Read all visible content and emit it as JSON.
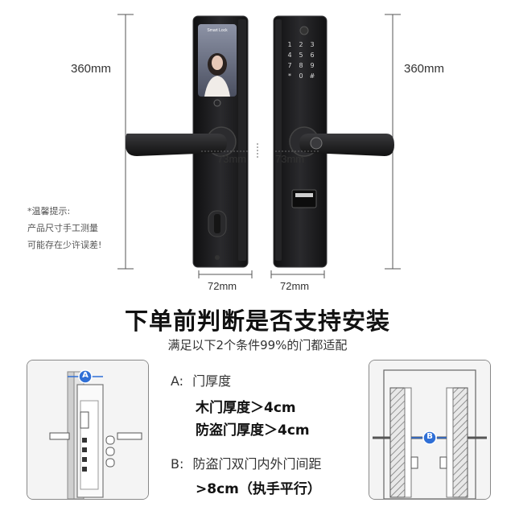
{
  "dimensions": {
    "height_left": "360mm",
    "height_right": "360mm",
    "spacing_left": "73mm",
    "spacing_right": "73mm",
    "width_left": "72mm",
    "width_right": "72mm"
  },
  "lock_screen": {
    "brand_text": "Smart Lock"
  },
  "keypad": [
    "1",
    "2",
    "3",
    "4",
    "5",
    "6",
    "7",
    "8",
    "9",
    "*",
    "0",
    "#"
  ],
  "reminder": {
    "line1": "*温馨提示:",
    "line2": "产品尺寸手工测量",
    "line3": "可能存在少许误差!"
  },
  "heading": {
    "title": "下单前判断是否支持安装",
    "subtitle": "满足以下2个条件99%的门都适配"
  },
  "requirements": {
    "a_label": "A:",
    "a_title": "门厚度",
    "a_item1": "木门厚度＞4cm",
    "a_item2": "防盗门厚度＞4cm",
    "b_label": "B:",
    "b_title": "防盗门双门内外门间距",
    "b_item1": ">8cm（执手平行）"
  },
  "badges": {
    "a": "A",
    "b": "B"
  },
  "colors": {
    "accent_blue": "#2f6fd6",
    "lock_body": "#1c1c1e",
    "dim_line": "#555555"
  }
}
